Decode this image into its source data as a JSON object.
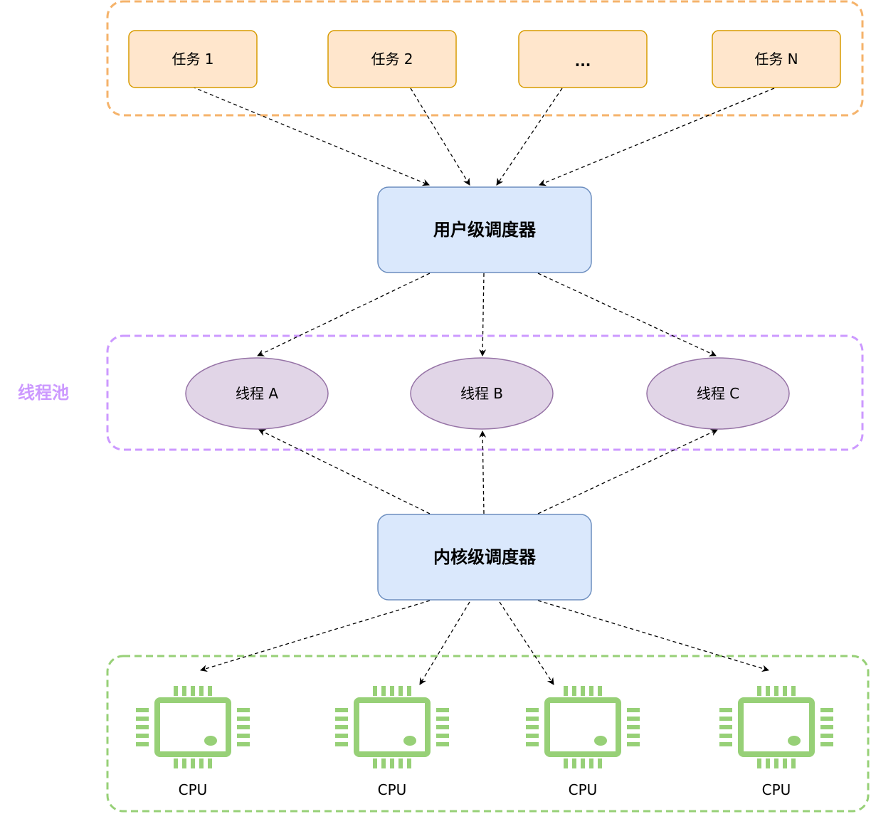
{
  "tasks": [
    "任务 1",
    "任务 2",
    "...",
    "任务 N"
  ],
  "user_scheduler": "用户级调度器",
  "thread_pool_label": "线程池",
  "threads": [
    "线程 A",
    "线程 B",
    "线程 C"
  ],
  "kernel_scheduler": "内核级调度器",
  "cpus": [
    "CPU",
    "CPU",
    "CPU",
    "CPU"
  ],
  "colors": {
    "task_group_border": "#F5B36B",
    "task_fill": "#FFE6CC",
    "task_stroke": "#D79B00",
    "scheduler_fill": "#DAE8FC",
    "scheduler_stroke": "#6C8EBF",
    "thread_pool_border": "#CC99FF",
    "thread_pool_label": "#CC99FF",
    "thread_fill": "#E1D5E7",
    "thread_stroke": "#9673A6",
    "cpu_group_border": "#97D077",
    "cpu_icon": "#97D077",
    "edge": "#000000"
  }
}
